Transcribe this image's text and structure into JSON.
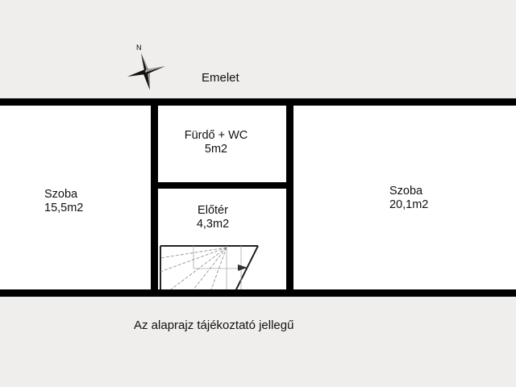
{
  "header": {
    "floor_label": "Emelet",
    "compass": {
      "icon": "compass-north-icon",
      "north_label": "N"
    }
  },
  "rooms": [
    {
      "id": "szoba-left",
      "name": "Szoba",
      "area": "15,5m2"
    },
    {
      "id": "furdo",
      "name": "Fürdő + WC",
      "area": "5m2"
    },
    {
      "id": "eloter",
      "name": "Előtér",
      "area": "4,3m2"
    },
    {
      "id": "szoba-right",
      "name": "Szoba",
      "area": "20,1m2"
    }
  ],
  "staircase": {
    "icon": "staircase-icon",
    "direction": "up-arrow"
  },
  "footer": {
    "disclaimer": "Az alaprajz tájékoztató jellegű"
  },
  "colors": {
    "background": "#efeeec",
    "room_fill": "#ffffff",
    "wall": "#000000"
  }
}
